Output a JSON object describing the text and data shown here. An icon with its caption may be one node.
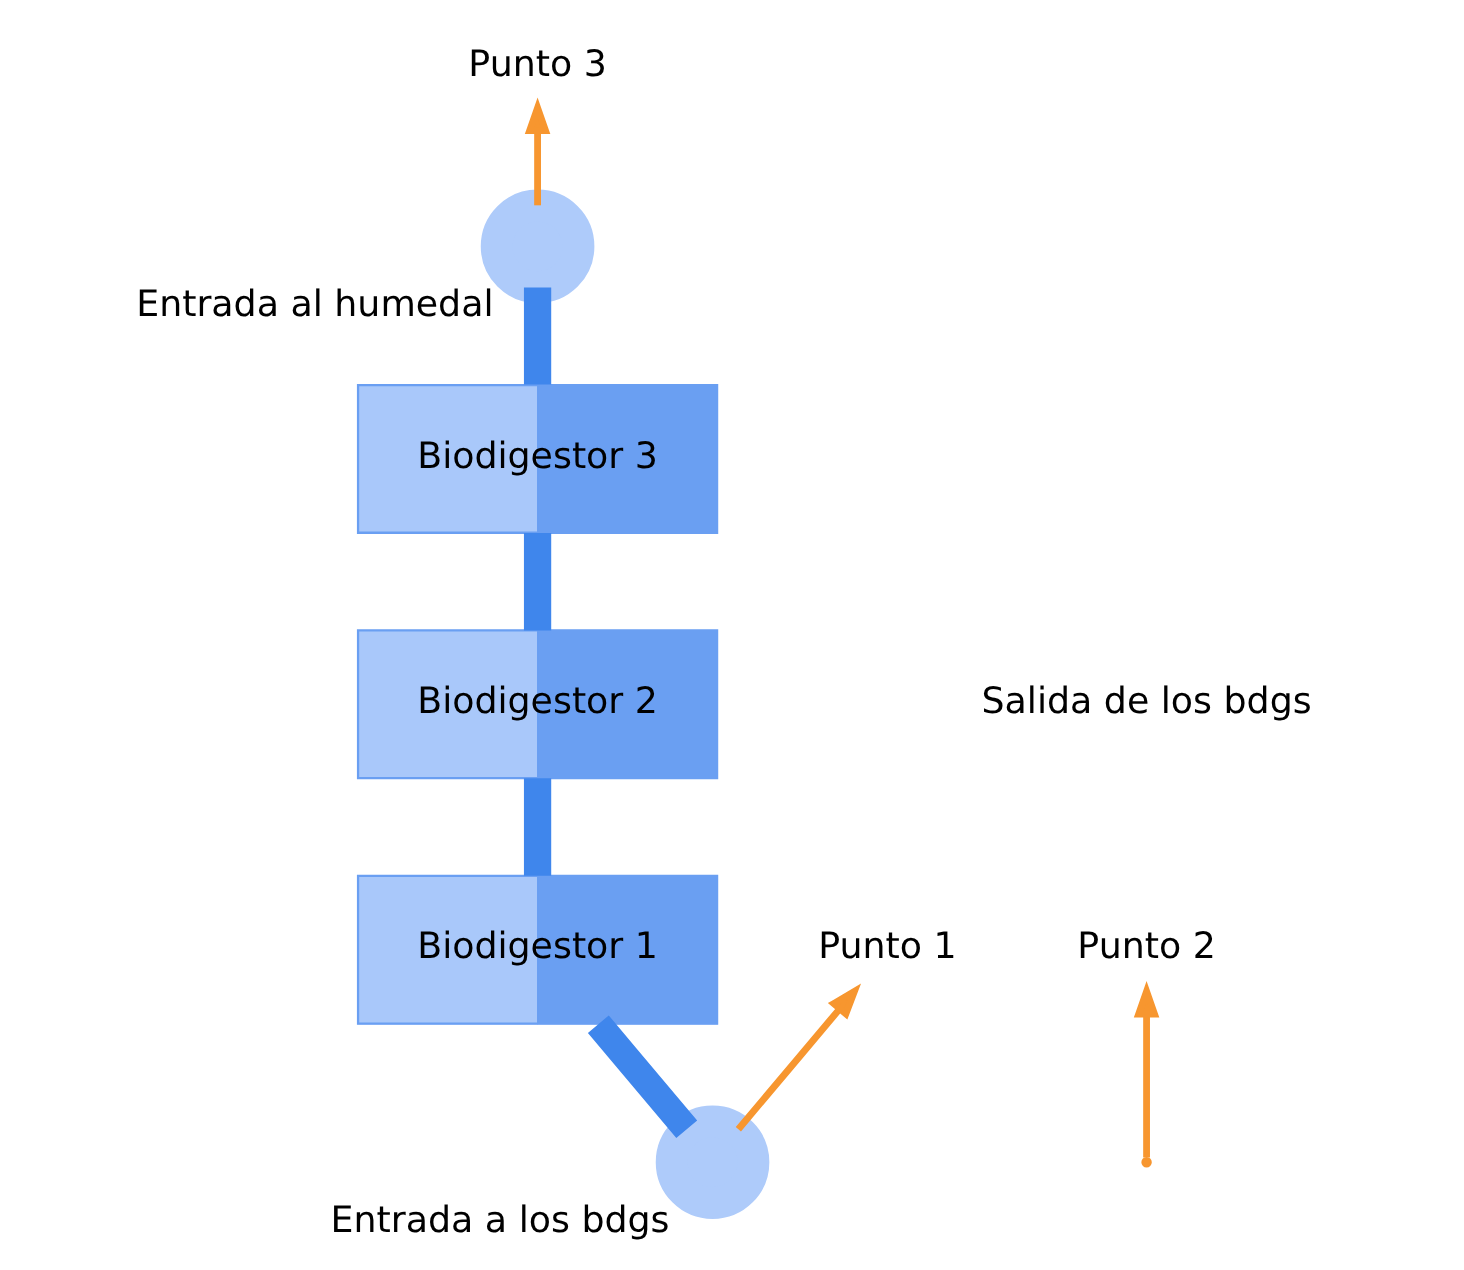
{
  "diagram": {
    "nodes": [
      {
        "text": [],
        "shape": "circle",
        "beside": [
          "Entrada a los bdgs"
        ]
      },
      {
        "text": [
          "Biodigestor 1"
        ]
      },
      {
        "text": [
          "Biodigestor 2"
        ]
      },
      {
        "text": [
          "Biodigestor 3"
        ]
      },
      {
        "text": [],
        "shape": "circle",
        "beside": [
          "Entrada al humedal"
        ]
      },
      {
        "text": [
          "Punto 1"
        ]
      },
      {
        "text": [
          "Punto 2"
        ]
      },
      {
        "text": [
          "Punto 3"
        ]
      }
    ],
    "edges": [
      {
        "from": 0,
        "to": 1,
        "arrow": "none"
      },
      {
        "from": 1,
        "to": 2,
        "arrow": "none"
      },
      {
        "from": 2,
        "to": 3,
        "arrow": "none"
      },
      {
        "from": 3,
        "to": 4,
        "arrow": "none"
      },
      {
        "from": 0,
        "to": 5,
        "arrow": "to",
        "color": "#f7962f"
      },
      {
        "from": null,
        "to": 6,
        "arrow": "to",
        "color": "#f7962f"
      },
      {
        "from": 4,
        "to": 7,
        "arrow": "to",
        "color": "#f7962f"
      }
    ],
    "labels": [
      "Salida de los bdgs"
    ]
  }
}
